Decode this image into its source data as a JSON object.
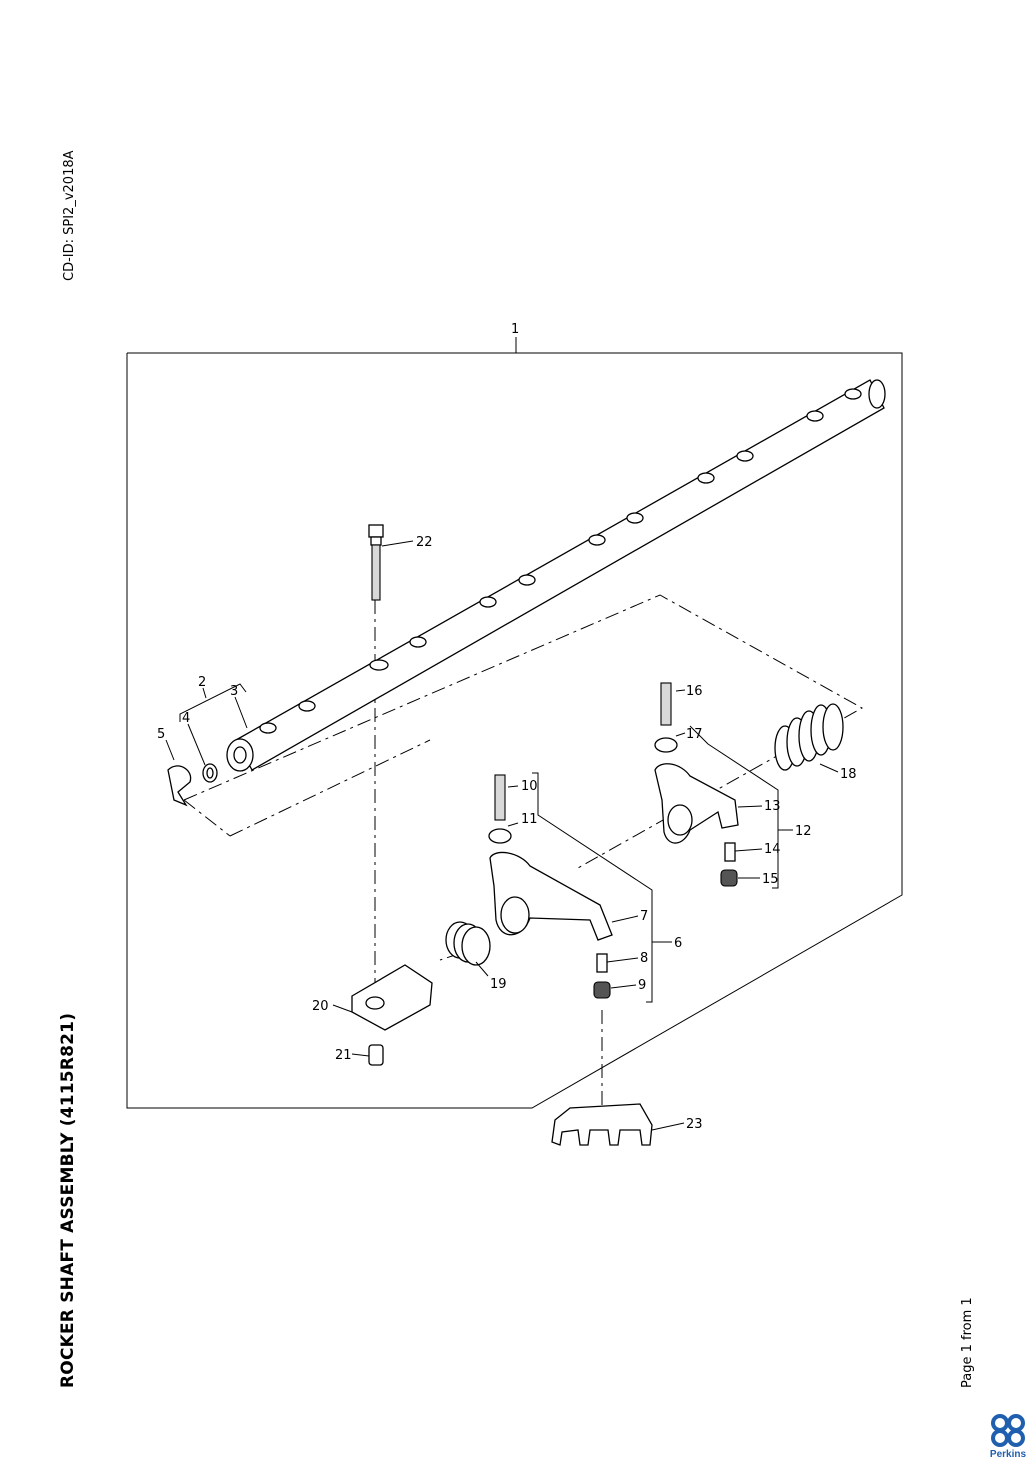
{
  "cd_id": "CD-ID: SPI2_v2018A",
  "title": "ROCKER SHAFT ASSEMBLY (4115R821)",
  "page_note": "Page 1 from 1",
  "logo_text": "Perkins",
  "logo_color": "#1f5fae",
  "callouts": [
    "1",
    "2",
    "3",
    "4",
    "5",
    "6",
    "7",
    "8",
    "9",
    "10",
    "11",
    "12",
    "13",
    "14",
    "15",
    "16",
    "17",
    "18",
    "19",
    "20",
    "21",
    "22",
    "23"
  ]
}
